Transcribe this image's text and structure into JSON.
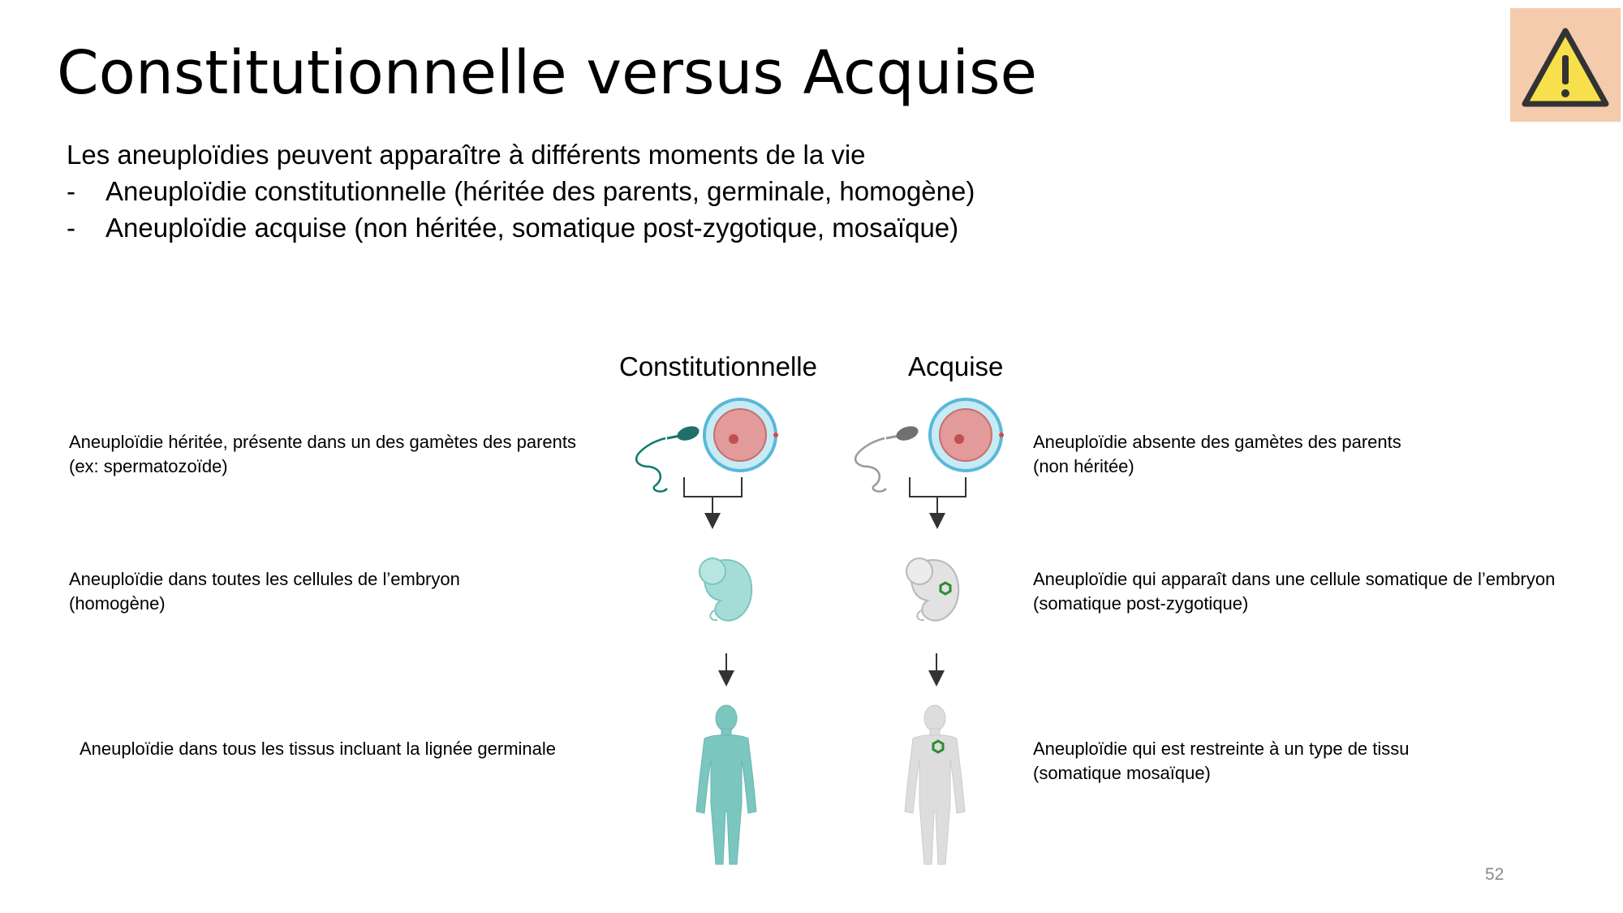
{
  "slide": {
    "title": "Constitutionnelle versus Acquise",
    "intro": "Les aneuploïdies peuvent apparaître à différents moments de la vie",
    "bullets": [
      {
        "dash": "-",
        "text": "Aneuploïdie constitutionnelle (héritée des parents, germinale, homogène)"
      },
      {
        "dash": "-",
        "text": "Aneuploïdie acquise (non héritée, somatique post-zygotique, mosaïque)"
      }
    ],
    "page_number": "52"
  },
  "warning_icon": {
    "icon": "warning-triangle-icon",
    "fill": "#f7e04b",
    "stroke": "#333333",
    "background": "#f4cbac"
  },
  "columns": {
    "constitutional": {
      "heading": "Constitutionnelle",
      "color": "#7cc6c0"
    },
    "acquired": {
      "heading": "Acquise",
      "color": "#dddddd",
      "marker_color": "#2e8b2e"
    }
  },
  "left_descriptions": [
    {
      "line1": "Aneuploïdie héritée, présente dans un des gamètes des parents",
      "line2": "(ex: spermatozoïde)"
    },
    {
      "line1": "Aneuploïdie dans toutes les cellules de l’embryon",
      "line2": "(homogène)"
    },
    {
      "line1": "Aneuploïdie dans tous les tissus incluant la lignée germinale",
      "line2": ""
    }
  ],
  "right_descriptions": [
    {
      "line1": "Aneuploïdie absente des gamètes des parents",
      "line2": "(non héritée)"
    },
    {
      "line1": "Aneuploïdie qui apparaît dans une cellule somatique de l’embryon",
      "line2": "(somatique post-zygotique)"
    },
    {
      "line1": "Aneuploïdie qui est restreinte à un type de tissu",
      "line2": "(somatique mosaïque)"
    }
  ]
}
